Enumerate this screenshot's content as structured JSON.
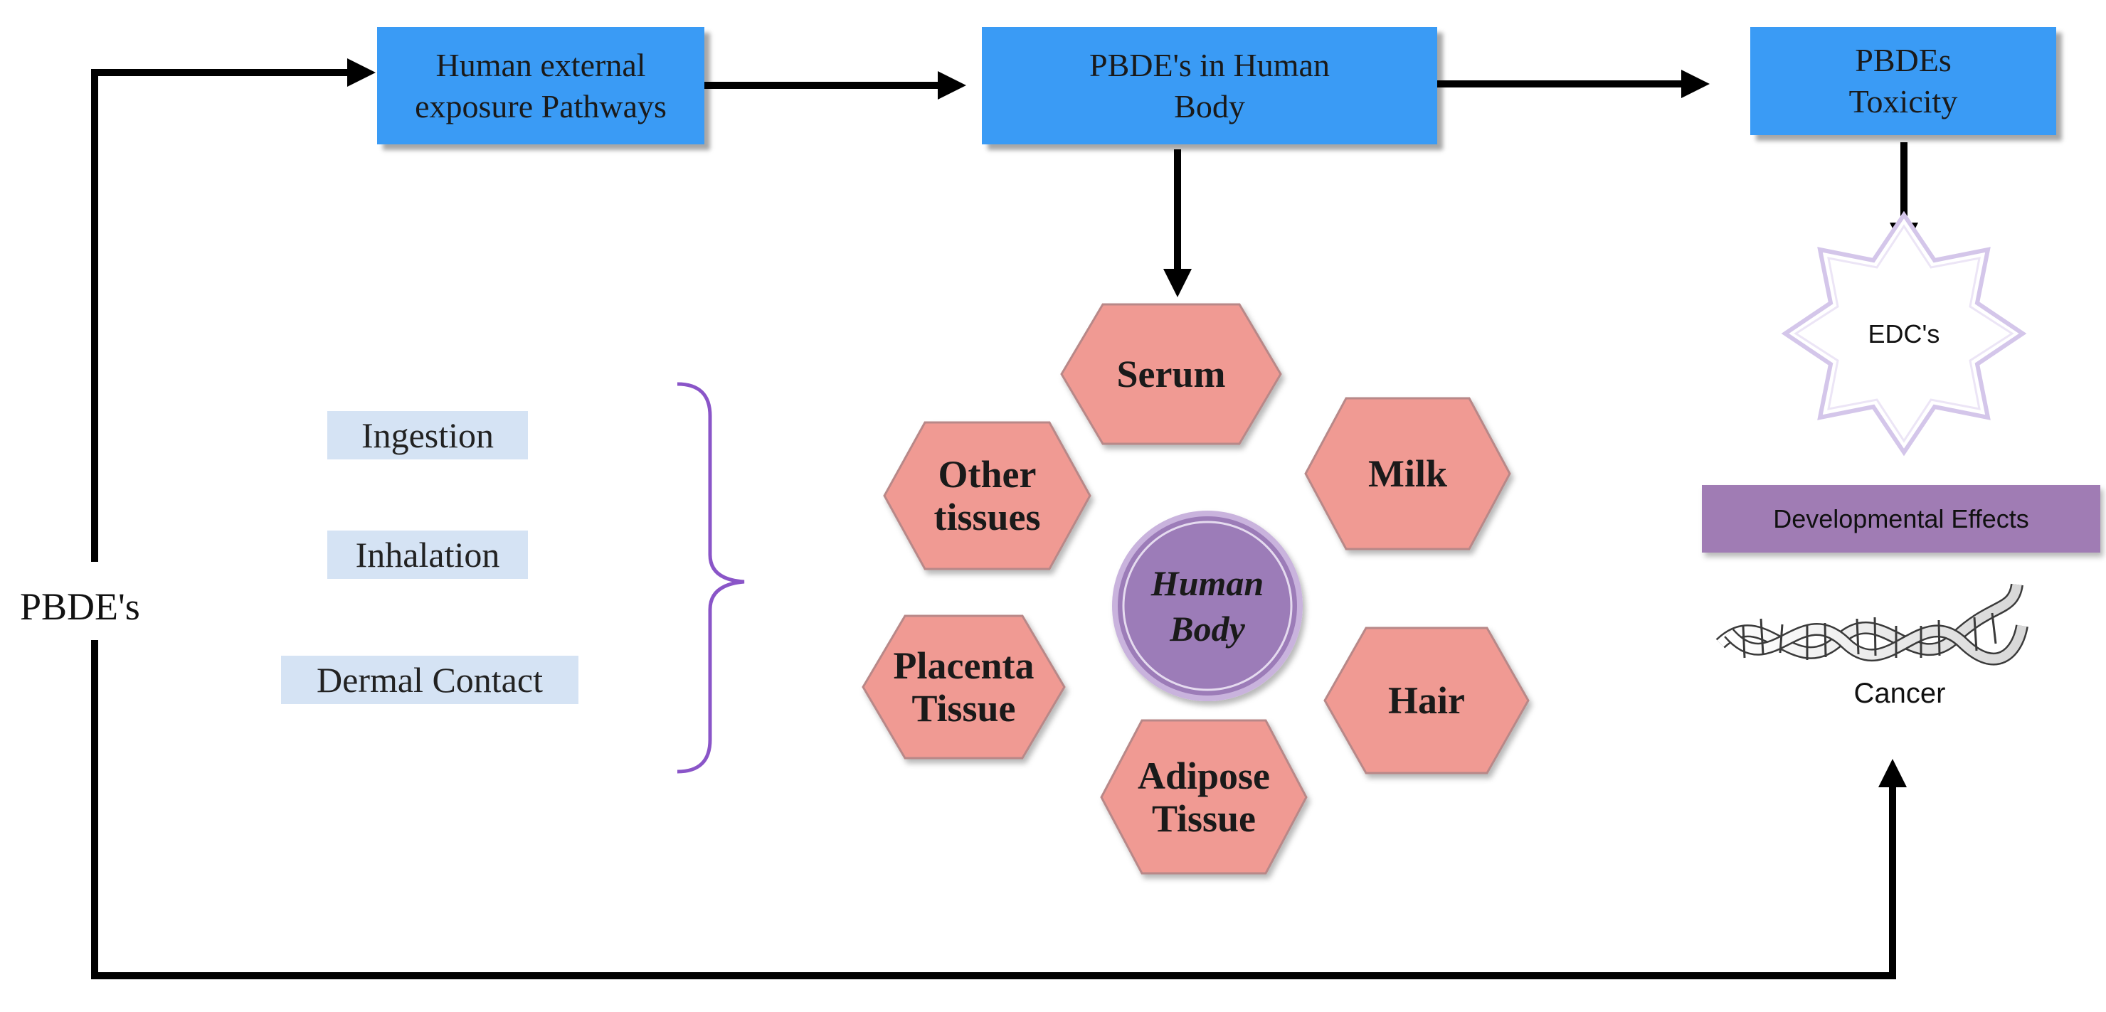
{
  "flow_boxes": {
    "exposure": [
      "Human external",
      "exposure Pathways"
    ],
    "body": [
      "PBDE's in Human",
      "Body"
    ],
    "toxicity": [
      "PBDEs",
      "Toxicity"
    ]
  },
  "pathways": [
    "Ingestion",
    "Inhalation",
    "Dermal Contact"
  ],
  "side_label": "PBDE's",
  "center": [
    "Human",
    "Body"
  ],
  "tissues": {
    "serum": [
      "Serum"
    ],
    "milk": [
      "Milk"
    ],
    "other": [
      "Other",
      "tissues"
    ],
    "placenta": [
      "Placenta",
      "Tissue"
    ],
    "hair": [
      "Hair"
    ],
    "adipose": [
      "Adipose",
      "Tissue"
    ]
  },
  "effects": {
    "edc": "EDC's",
    "developmental": "Developmental Effects",
    "cancer": "Cancer"
  },
  "colors": {
    "flow_box": "#3a9bf5",
    "pathway_bg": "#d5e3f4",
    "tissue_hex": "#f09a93",
    "tissue_border": "#b88888",
    "center_circle": "#9c7bb8",
    "developmental_box": "#a07cb4",
    "brace": "#8a55c8",
    "arrow": "#000000"
  }
}
